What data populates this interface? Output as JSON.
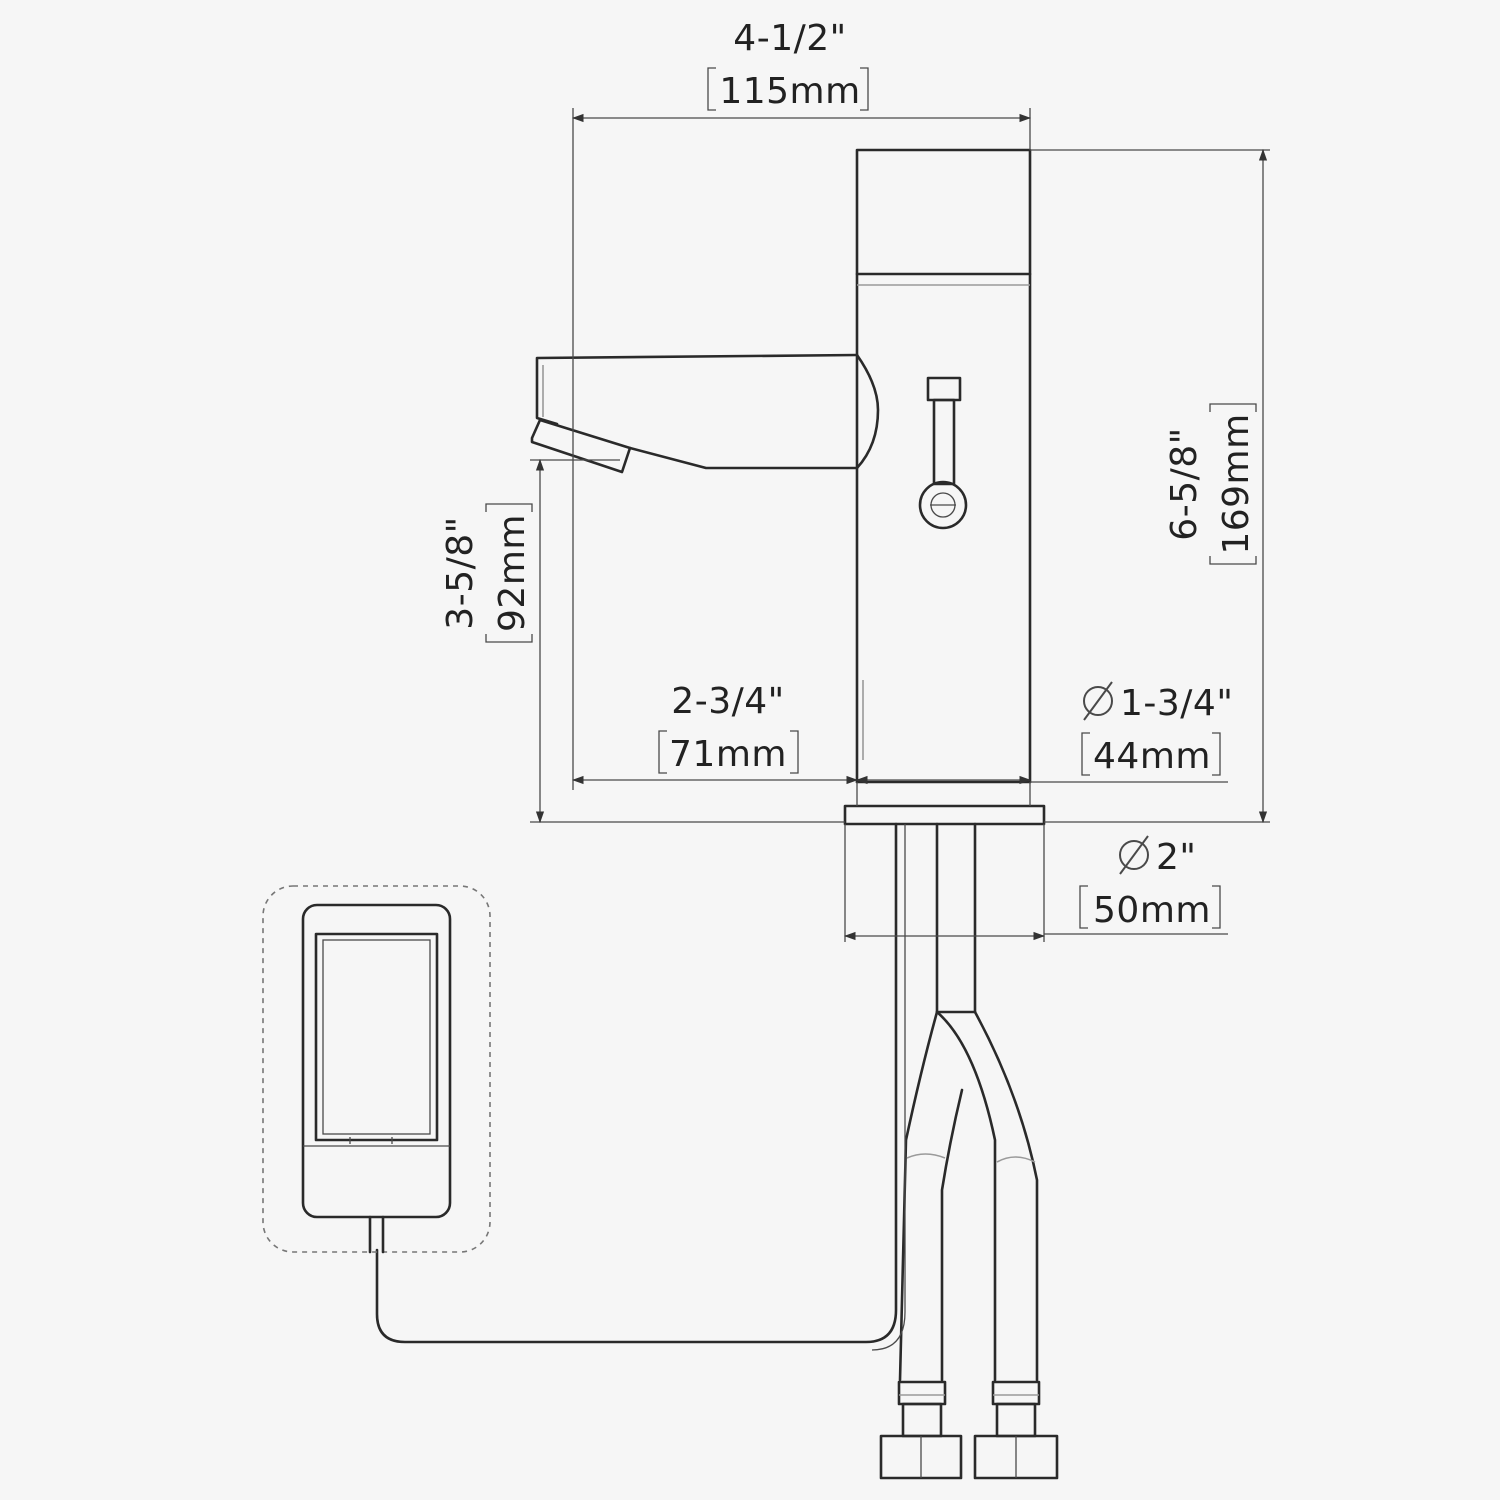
{
  "dimensions": {
    "overall_width": {
      "imperial": "4-1/2\"",
      "metric": "115mm"
    },
    "overall_height": {
      "imperial": "6-5/8\"",
      "metric": "169mm"
    },
    "spout_height": {
      "imperial": "3-5/8\"",
      "metric": "92mm"
    },
    "spout_reach": {
      "imperial": "2-3/4\"",
      "metric": "71mm"
    },
    "body_diameter": {
      "imperial": "1-3/4\"",
      "metric": "44mm"
    },
    "base_diameter": {
      "imperial": "2\"",
      "metric": "50mm"
    }
  },
  "symbols": {
    "diameter": "diameter-symbol-icon"
  }
}
